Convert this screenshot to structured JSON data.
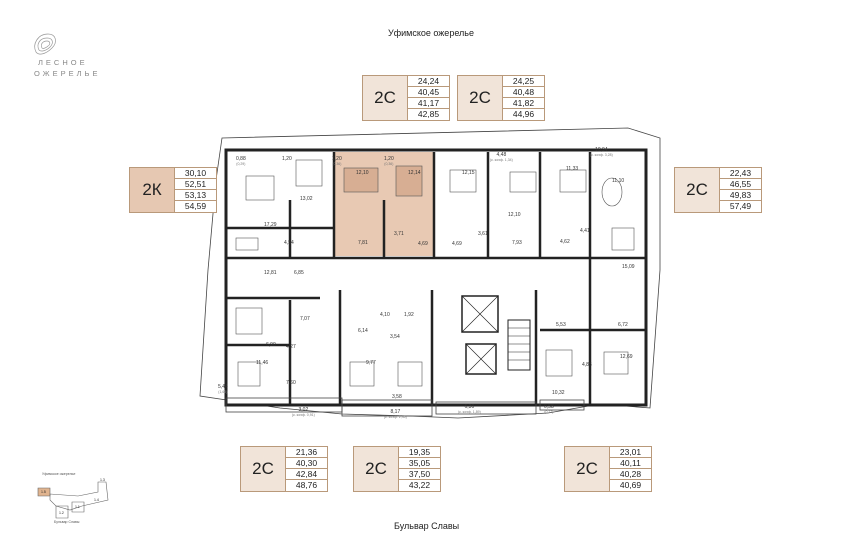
{
  "brand": {
    "line1": "ЛЕСНОЕ",
    "line2": "ОЖЕРЕЛЬЕ"
  },
  "streets": {
    "top": "Уфимское ожерелье",
    "bottom": "Бульвар Славы"
  },
  "cards": [
    {
      "type": "2С",
      "values": [
        "24,24",
        "40,45",
        "41,17",
        "42,85"
      ]
    },
    {
      "type": "2С",
      "values": [
        "24,25",
        "40,48",
        "41,82",
        "44,96"
      ]
    },
    {
      "type": "2К",
      "values": [
        "30,10",
        "52,51",
        "53,13",
        "54,59"
      ]
    },
    {
      "type": "2С",
      "values": [
        "22,43",
        "46,55",
        "49,83",
        "57,49"
      ]
    },
    {
      "type": "2С",
      "values": [
        "21,36",
        "40,30",
        "42,84",
        "48,76"
      ]
    },
    {
      "type": "2С",
      "values": [
        "19,35",
        "35,05",
        "37,50",
        "43,22"
      ]
    },
    {
      "type": "2С",
      "values": [
        "23,01",
        "40,11",
        "40,28",
        "40,69"
      ]
    }
  ],
  "areas": [
    {
      "v": "0,88",
      "s": "(0,29)"
    },
    {
      "v": "1,20",
      "s": ""
    },
    {
      "v": "1,20",
      "s": "(0,36)"
    },
    {
      "v": "1,20",
      "s": "(0,36)"
    },
    {
      "v": "4,48",
      "s": "(к. коэф. 1,34)"
    },
    {
      "v": "10,94",
      "s": "(к. коэф. 3,28)"
    },
    {
      "v": "13,02",
      "s": ""
    },
    {
      "v": "12,10",
      "s": ""
    },
    {
      "v": "12,14",
      "s": ""
    },
    {
      "v": "12,15",
      "s": ""
    },
    {
      "v": "11,33",
      "s": ""
    },
    {
      "v": "11,10",
      "s": ""
    },
    {
      "v": "17,29",
      "s": ""
    },
    {
      "v": "12,10",
      "s": ""
    },
    {
      "v": "4,54",
      "s": ""
    },
    {
      "v": "7,81",
      "s": ""
    },
    {
      "v": "3,71",
      "s": ""
    },
    {
      "v": "4,69",
      "s": ""
    },
    {
      "v": "4,69",
      "s": ""
    },
    {
      "v": "3,61",
      "s": ""
    },
    {
      "v": "7,93",
      "s": ""
    },
    {
      "v": "4,62",
      "s": ""
    },
    {
      "v": "4,41",
      "s": ""
    },
    {
      "v": "12,81",
      "s": ""
    },
    {
      "v": "6,85",
      "s": ""
    },
    {
      "v": "15,09",
      "s": ""
    },
    {
      "v": "7,07",
      "s": ""
    },
    {
      "v": "4,10",
      "s": ""
    },
    {
      "v": "1,92",
      "s": ""
    },
    {
      "v": "6,14",
      "s": ""
    },
    {
      "v": "3,54",
      "s": ""
    },
    {
      "v": "5,53",
      "s": ""
    },
    {
      "v": "6,72",
      "s": ""
    },
    {
      "v": "6,90",
      "s": ""
    },
    {
      "v": "4,27",
      "s": ""
    },
    {
      "v": "9,77",
      "s": ""
    },
    {
      "v": "4,85",
      "s": ""
    },
    {
      "v": "12,69",
      "s": ""
    },
    {
      "v": "11,46",
      "s": ""
    },
    {
      "v": "7,60",
      "s": ""
    },
    {
      "v": "5,44",
      "s": "(1,63)"
    },
    {
      "v": "3,58",
      "s": ""
    },
    {
      "v": "10,32",
      "s": ""
    },
    {
      "v": "3,02",
      "s": "(к. коэф. 0,91)"
    },
    {
      "v": "8,17",
      "s": "(к. коэф. 2,45)"
    },
    {
      "v": "6,30",
      "s": "(к. коэф. 1,89)"
    },
    {
      "v": "0,58",
      "s": "(0,17)"
    }
  ],
  "keyplan": {
    "street_top": "Уфимское ожерелье",
    "street_bottom": "Бульвар Славы",
    "labels": [
      "1.5",
      "1.3",
      "1.4",
      "1.1",
      "1.2"
    ]
  }
}
